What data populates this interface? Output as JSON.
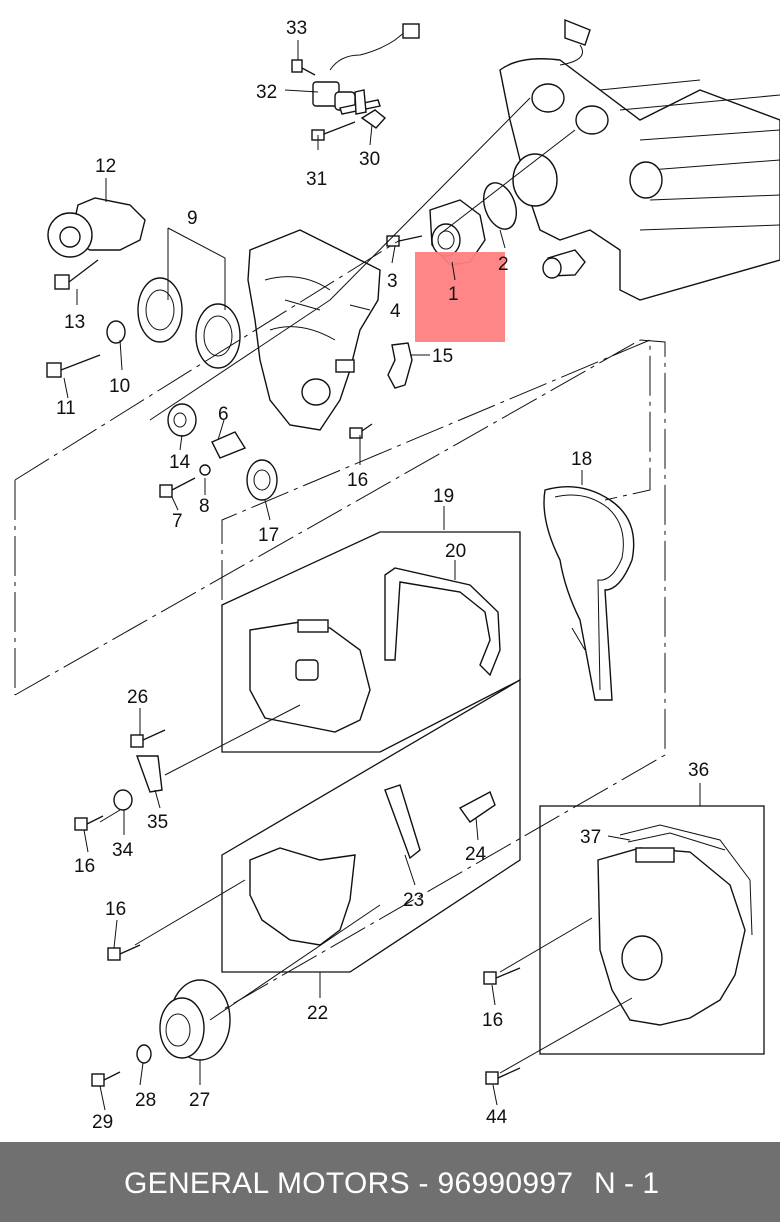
{
  "callouts": {
    "c33": "33",
    "c32": "32",
    "c31": "31",
    "c30": "30",
    "c12": "12",
    "c13": "13",
    "c9": "9",
    "c3": "3",
    "c2": "2",
    "c1": "1",
    "c4": "4",
    "c15": "15",
    "c10": "10",
    "c11": "11",
    "c6": "6",
    "c14": "14",
    "c16a": "16",
    "c8": "8",
    "c7": "7",
    "c17": "17",
    "c18": "18",
    "c19": "19",
    "c20": "20",
    "c26": "26",
    "c35": "35",
    "c34": "34",
    "c16b": "16",
    "c16c": "16",
    "c23": "23",
    "c24": "24",
    "c22": "22",
    "c36": "36",
    "c37": "37",
    "c16d": "16",
    "c29": "29",
    "c28": "28",
    "c27": "27",
    "c44": "44"
  },
  "highlight": {
    "part": "1",
    "color": "#ff8080"
  },
  "footer": {
    "title": "GENERAL MOTORS - 96990997",
    "page": "N - 1",
    "background": "#707070",
    "text_color": "#ffffff"
  }
}
